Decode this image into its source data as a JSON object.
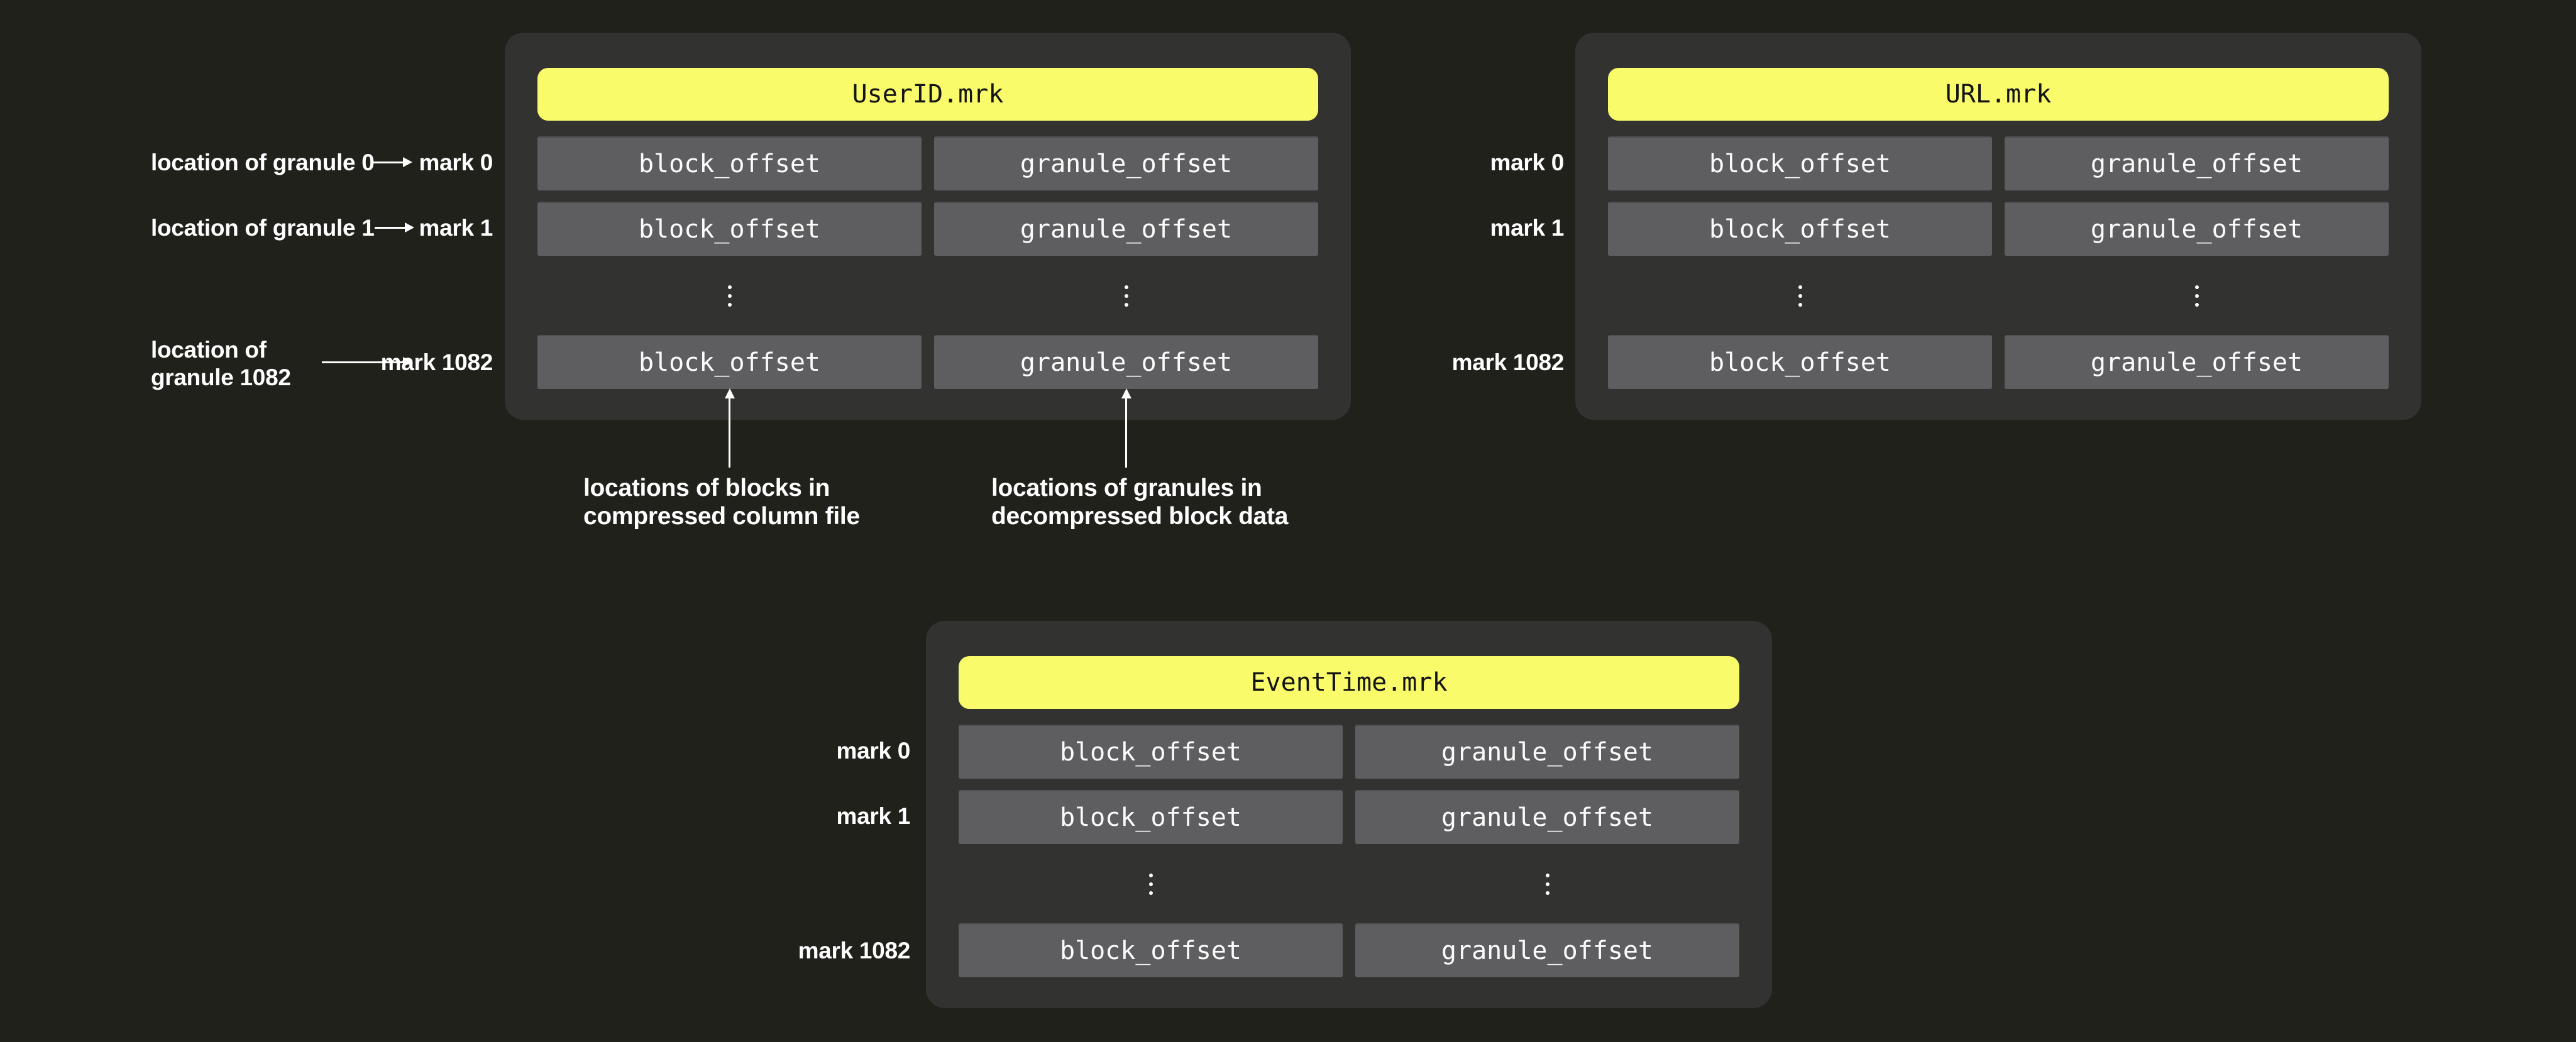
{
  "colors": {
    "page_background": "#20211b",
    "panel_background": "#323231",
    "cell_background": "#5e5e60",
    "header_background": "#f9fb6b",
    "header_text": "#141414",
    "label_text": "#ffffff"
  },
  "panels": [
    {
      "title": "UserID.mrk",
      "marks": [
        "mark 0",
        "mark 1",
        "mark 1082"
      ],
      "rows": [
        [
          "block_offset",
          "granule_offset"
        ],
        [
          "block_offset",
          "granule_offset"
        ],
        [
          "block_offset",
          "granule_offset"
        ]
      ]
    },
    {
      "title": "URL.mrk",
      "marks": [
        "mark 0",
        "mark 1",
        "mark 1082"
      ],
      "rows": [
        [
          "block_offset",
          "granule_offset"
        ],
        [
          "block_offset",
          "granule_offset"
        ],
        [
          "block_offset",
          "granule_offset"
        ]
      ]
    },
    {
      "title": "EventTime.mrk",
      "marks": [
        "mark 0",
        "mark 1",
        "mark 1082"
      ],
      "rows": [
        [
          "block_offset",
          "granule_offset"
        ],
        [
          "block_offset",
          "granule_offset"
        ],
        [
          "block_offset",
          "granule_offset"
        ]
      ]
    }
  ],
  "left_annotations": [
    {
      "text": "location of granule 0"
    },
    {
      "text": "location of granule 1"
    },
    {
      "line1": "location of",
      "line2": "granule 1082"
    }
  ],
  "bottom_annotations": [
    {
      "line1": "locations of blocks in",
      "line2": "compressed column file"
    },
    {
      "line1": "locations of granules in",
      "line2": "decompressed block data"
    }
  ]
}
